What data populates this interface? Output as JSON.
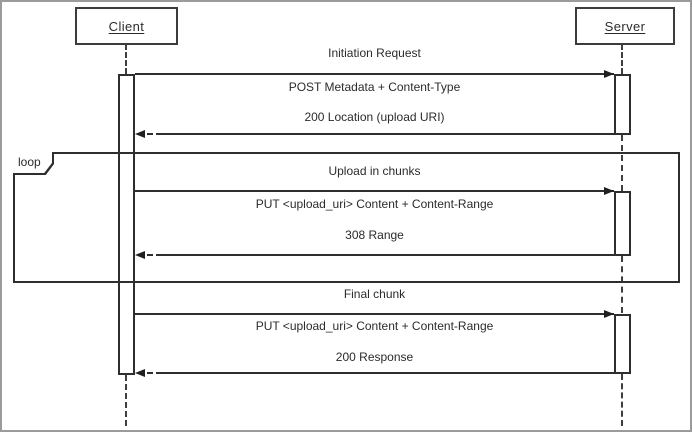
{
  "diagram": {
    "type": "uml-sequence-diagram",
    "actors": [
      {
        "name": "Client"
      },
      {
        "name": "Server"
      }
    ],
    "loop_fragment": {
      "operator": "loop"
    },
    "sections": [
      {
        "title": "Initiation Request",
        "request": "POST Metadata + Content-Type",
        "response": "200 Location (upload URI)"
      },
      {
        "title": "Upload in chunks",
        "request": "PUT <upload_uri> Content + Content-Range",
        "response": "308 Range"
      },
      {
        "title": "Final chunk",
        "request": "PUT <upload_uri> Content + Content-Range",
        "response": "200 Response"
      }
    ],
    "colors": {
      "line": "#2e2e2e",
      "text": "#2b2b2b",
      "background": "#ffffff",
      "frame_border": "#9b9b9b"
    }
  }
}
